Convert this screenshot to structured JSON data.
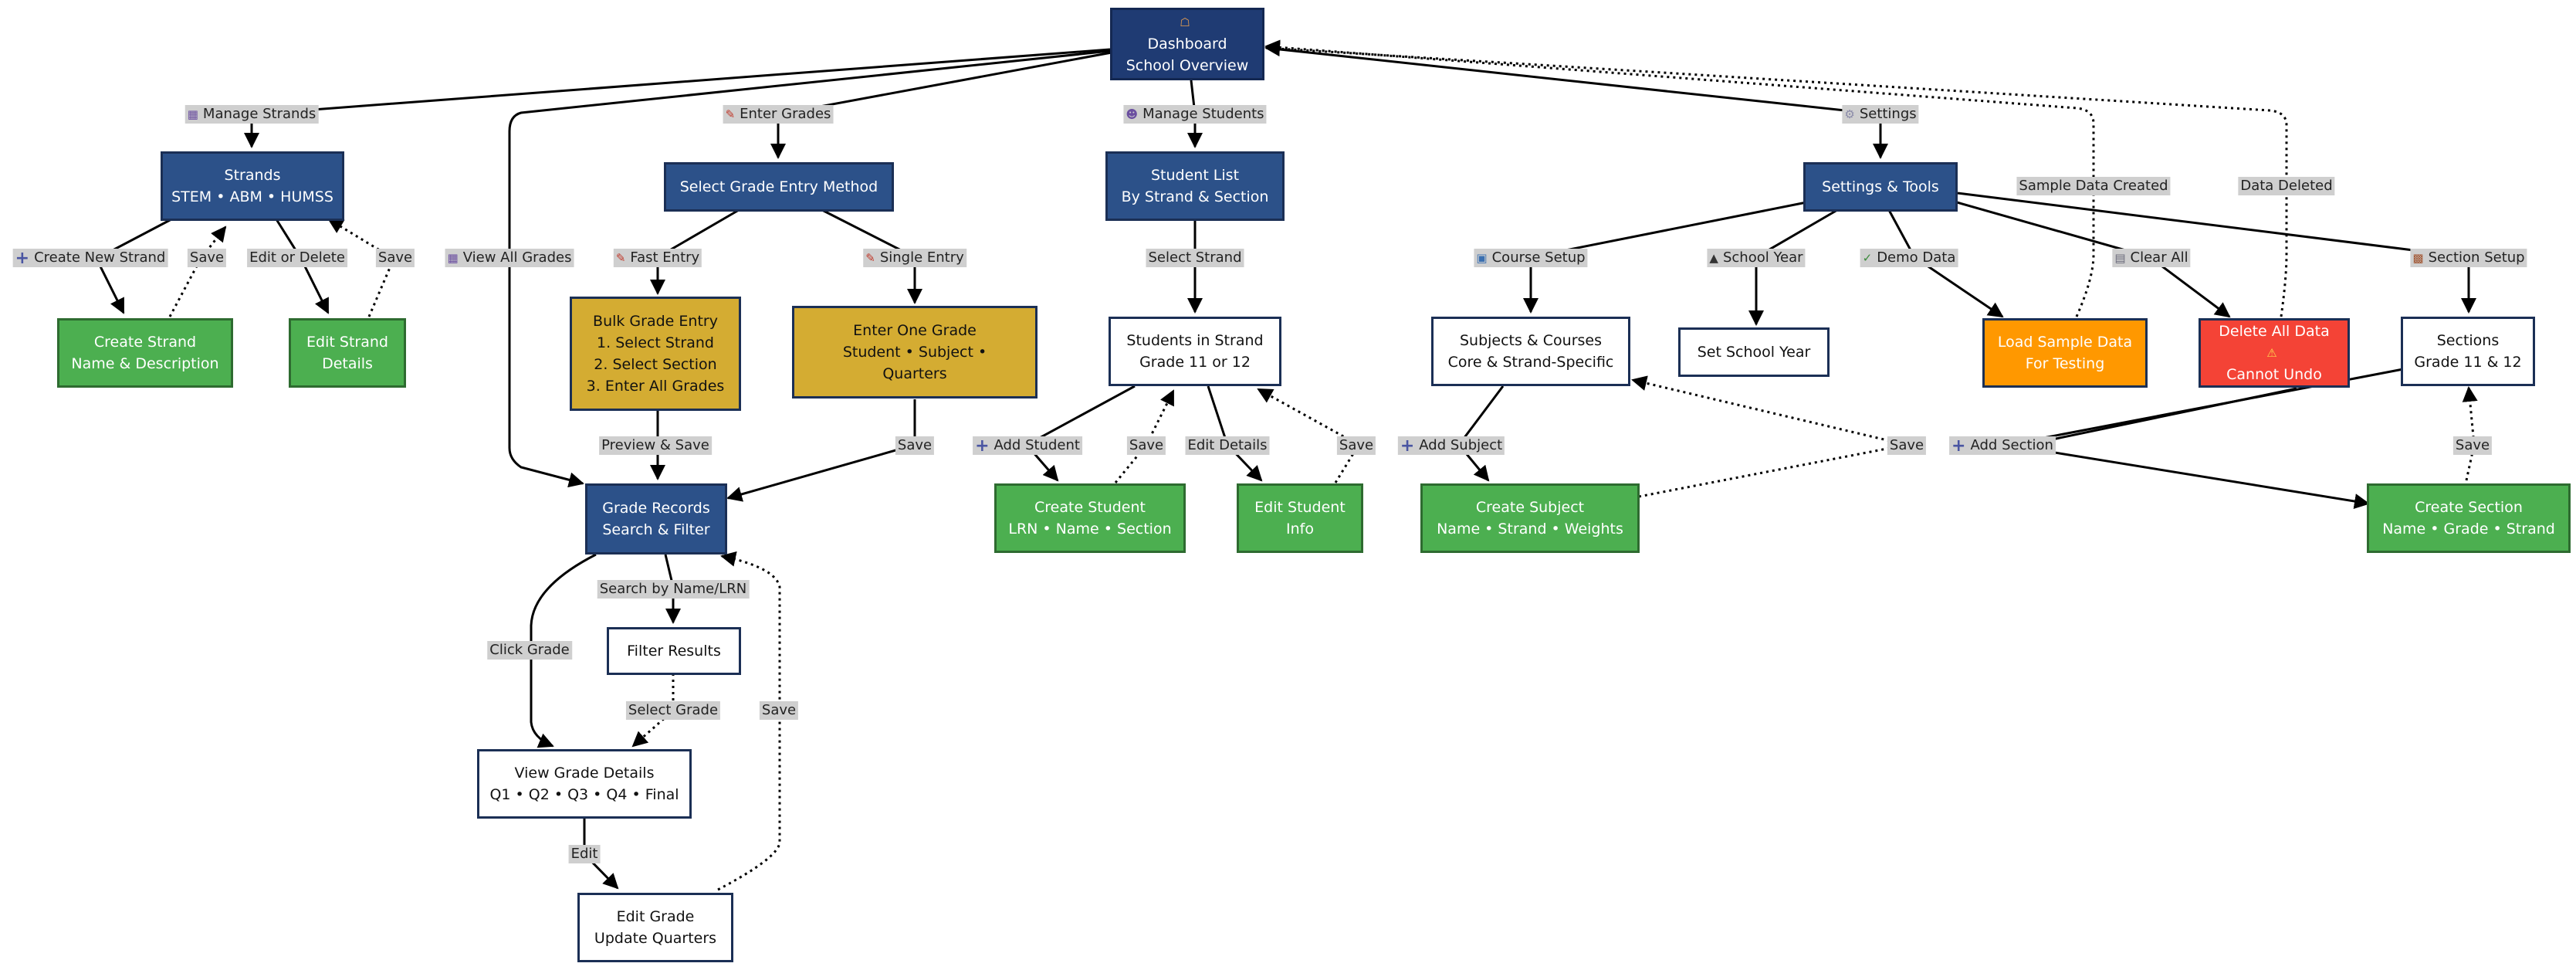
{
  "nodes": {
    "dashboard": {
      "line1": "Dashboard",
      "line2": "School Overview"
    },
    "strands": {
      "line1": "Strands",
      "line2": "STEM • ABM • HUMSS"
    },
    "create_strand": {
      "line1": "Create Strand",
      "line2": "Name & Description"
    },
    "edit_strand": {
      "line1": "Edit Strand",
      "line2": "Details"
    },
    "grade_entry_method": {
      "line1": "Select Grade Entry Method"
    },
    "bulk_grade": {
      "line1": "Bulk Grade Entry",
      "line2": "1. Select Strand",
      "line3": "2. Select Section",
      "line4": "3. Enter All Grades"
    },
    "one_grade": {
      "line1": "Enter One Grade",
      "line2": "Student • Subject •",
      "line3": "Quarters"
    },
    "grade_records": {
      "line1": "Grade Records",
      "line2": "Search & Filter"
    },
    "filter_results": {
      "line1": "Filter Results"
    },
    "view_grade": {
      "line1": "View Grade Details",
      "line2": "Q1 • Q2 • Q3 • Q4 • Final"
    },
    "edit_grade": {
      "line1": "Edit Grade",
      "line2": "Update Quarters"
    },
    "student_list": {
      "line1": "Student List",
      "line2": "By Strand & Section"
    },
    "students_strand": {
      "line1": "Students in Strand",
      "line2": "Grade 11 or 12"
    },
    "create_student": {
      "line1": "Create Student",
      "line2": "LRN • Name • Section"
    },
    "edit_student": {
      "line1": "Edit Student",
      "line2": "Info"
    },
    "settings_tools": {
      "line1": "Settings & Tools"
    },
    "subjects_courses": {
      "line1": "Subjects & Courses",
      "line2": "Core & Strand-Specific"
    },
    "school_year": {
      "line1": "Set School Year"
    },
    "load_sample": {
      "line1": "Load Sample Data",
      "line2": "For Testing"
    },
    "delete_all": {
      "line1": "Delete All Data",
      "line2": "Cannot Undo"
    },
    "sections": {
      "line1": "Sections",
      "line2": "Grade 11 & 12"
    },
    "create_subject": {
      "line1": "Create Subject",
      "line2": "Name • Strand • Weights"
    },
    "create_section": {
      "line1": "Create Section",
      "line2": "Name • Grade • Strand"
    }
  },
  "edge_labels": {
    "manage_strands": "Manage Strands",
    "enter_grades": "Enter Grades",
    "manage_students": "Manage Students",
    "settings": "Settings",
    "create_new_strand": "Create New Strand",
    "save_strand_new": "Save",
    "edit_or_delete": "Edit or Delete",
    "save_strand_edit": "Save",
    "view_all_grades": "View All Grades",
    "fast_entry": "Fast Entry",
    "single_entry": "Single Entry",
    "preview_save": "Preview & Save",
    "save_single": "Save",
    "search_by": "Search by Name/LRN",
    "click_grade": "Click Grade",
    "select_grade": "Select Grade",
    "save_grade": "Save",
    "edit": "Edit",
    "select_strand": "Select Strand",
    "add_student": "Add Student",
    "save_student_new": "Save",
    "edit_details": "Edit Details",
    "save_student_edit": "Save",
    "sample_created": "Sample Data Created",
    "data_deleted": "Data Deleted",
    "course_setup": "Course Setup",
    "school_year_lbl": "School Year",
    "demo_data": "Demo Data",
    "clear_all": "Clear All",
    "section_setup": "Section Setup",
    "add_subject": "Add Subject",
    "save_subject": "Save",
    "add_section": "Add Section",
    "save_section": "Save"
  },
  "colors": {
    "dashboard": "#1f3b73",
    "navigation": "#2c5189",
    "create_edit": "#4caf50",
    "entry": "#d4ac32",
    "sample": "#ff9800",
    "danger": "#f44336",
    "edge": "#000000",
    "label_bg": "#cfcfcf"
  }
}
